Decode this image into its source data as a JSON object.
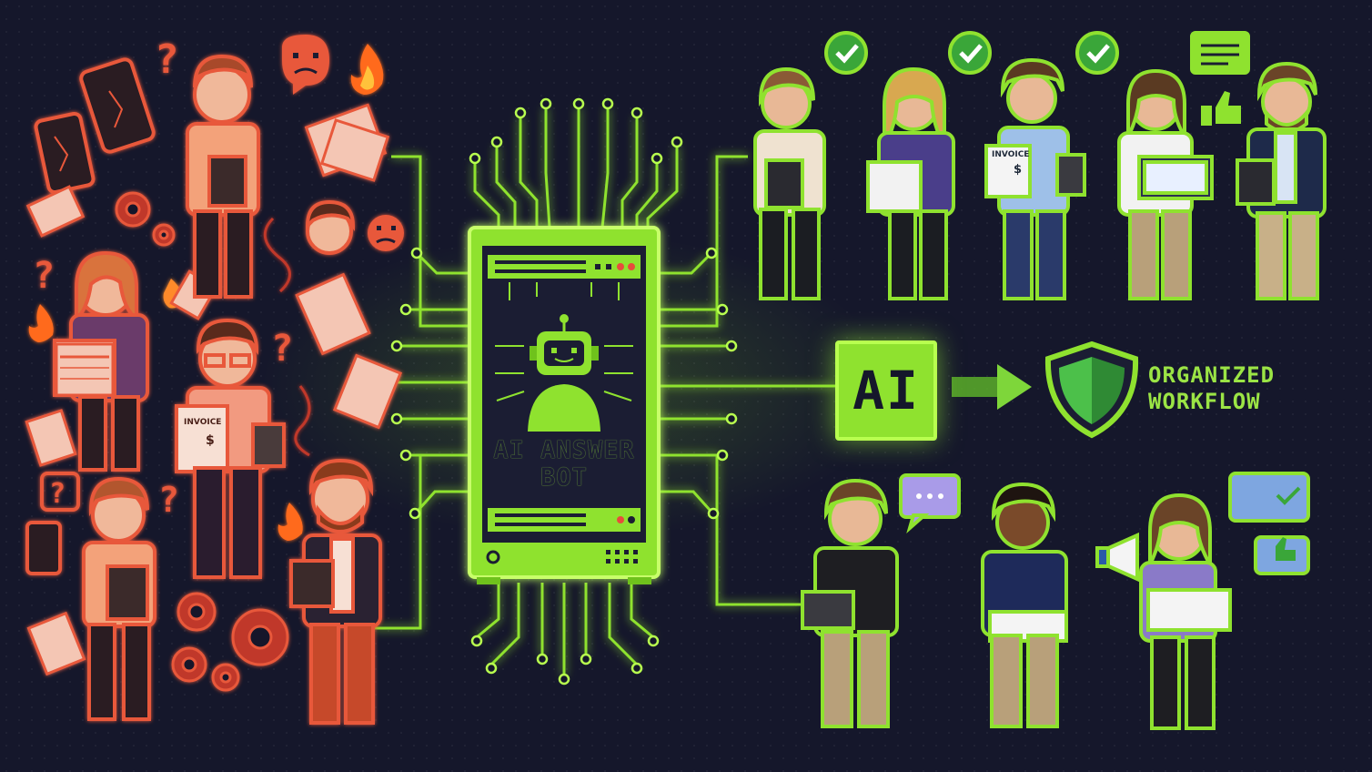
{
  "colors": {
    "background": "#15172b",
    "chaos_red": "#e8583a",
    "chaos_outline": "#c0392b",
    "bot_green": "#8fe22f",
    "glow_green": "#b8ff4f",
    "shield_green": "#3aa639",
    "label_green": "#9be445"
  },
  "bot": {
    "title_line1": "AI ANSWER",
    "title_line2": "BOT"
  },
  "ai_badge": {
    "label": "AI"
  },
  "result": {
    "line1": "ORGANIZED",
    "line2": "WORKFLOW"
  },
  "props": {
    "invoice_left": "INVOICE",
    "invoice_right": "INVOICE",
    "dollar": "$"
  },
  "icons": {
    "chaos": [
      "question-mark-icon",
      "angry-face-icon",
      "fire-icon",
      "broken-phone-icon",
      "gear-icon",
      "scattered-papers-icon"
    ],
    "order": [
      "checkmark-bubble-icon",
      "chat-bubble-icon",
      "thumbs-up-icon",
      "shield-icon",
      "arrow-right-icon"
    ]
  }
}
